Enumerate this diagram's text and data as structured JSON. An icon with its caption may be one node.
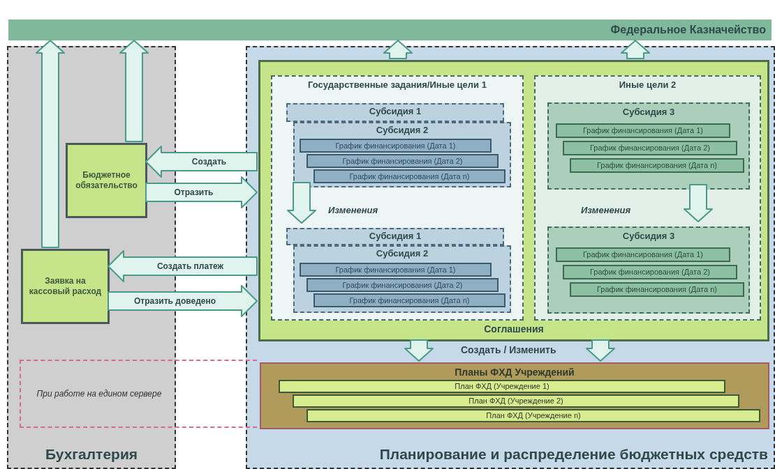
{
  "diagram": {
    "nodes": [
      {
        "text": [
          "Федеральное Казначейство"
        ]
      },
      {
        "text": [
          "Бухгалтерия"
        ]
      },
      {
        "text": [
          "Бюджетное обязательство"
        ],
        "in": 1
      },
      {
        "text": [
          "Заявка на кассовый расход"
        ],
        "in": 1
      },
      {
        "text": [
          "Планирование и распределение бюджетных средств"
        ]
      },
      {
        "text": [
          "Соглашения"
        ],
        "in": 4
      },
      {
        "text": [
          "Государственные задания/Иные цели 1"
        ],
        "in": 5
      },
      {
        "text": [
          "Субсидия 1"
        ],
        "in": 6
      },
      {
        "text": [
          "Субсидия 2"
        ],
        "in": 6
      },
      {
        "text": [
          "График финансирования (Дата 1)"
        ],
        "in": 8
      },
      {
        "text": [
          "График финансирования (Дата 2)"
        ],
        "in": 8
      },
      {
        "text": [
          "График финансирования (Дата n)"
        ],
        "in": 8
      },
      {
        "text": [
          "Субсидия 1"
        ],
        "in": 6
      },
      {
        "text": [
          "Субсидия 2"
        ],
        "in": 6
      },
      {
        "text": [
          "График финансирования (Дата 1)"
        ],
        "in": 13
      },
      {
        "text": [
          "График финансирования (Дата 2)"
        ],
        "in": 13
      },
      {
        "text": [
          "График финансирования (Дата n)"
        ],
        "in": 13
      },
      {
        "text": [
          "Иные цели 2"
        ],
        "in": 5
      },
      {
        "text": [
          "Субсидия 3"
        ],
        "in": 17
      },
      {
        "text": [
          "График финансирования (Дата 1)"
        ],
        "in": 18
      },
      {
        "text": [
          "График финансирования (Дата 2)"
        ],
        "in": 18
      },
      {
        "text": [
          "График финансирования (Дата n)"
        ],
        "in": 18
      },
      {
        "text": [
          "Субсидия 3"
        ],
        "in": 17
      },
      {
        "text": [
          "График финансирования (Дата 1)"
        ],
        "in": 22
      },
      {
        "text": [
          "График финансирования (Дата 2)"
        ],
        "in": 22
      },
      {
        "text": [
          "График финансирования (Дата n)"
        ],
        "in": 22
      },
      {
        "text": [
          "Планы ФХД Учреждений"
        ],
        "in": 4
      },
      {
        "text": [
          "План ФХД (Учреждение 1)"
        ],
        "in": 26
      },
      {
        "text": [
          "План ФХД (Учреждение 2)"
        ],
        "in": 26
      },
      {
        "text": [
          "План ФХД (Учреждение n)"
        ],
        "in": 26
      },
      {
        "text": [
          "При работе на едином сервере"
        ]
      }
    ],
    "edges": [
      {
        "from": 3,
        "to": 0,
        "arrow": "to"
      },
      {
        "from": 2,
        "to": 0,
        "arrow": "to"
      },
      {
        "from": 5,
        "to": 2,
        "arrow": "to",
        "label": "Создать"
      },
      {
        "from": 2,
        "to": 5,
        "arrow": "to",
        "label": "Отразить"
      },
      {
        "from": 5,
        "to": 3,
        "arrow": "to",
        "label": "Создать платеж"
      },
      {
        "from": 3,
        "to": 5,
        "arrow": "to",
        "label": "Отразить доведено"
      },
      {
        "from": 5,
        "to": 0,
        "arrow": "to"
      },
      {
        "from": 5,
        "to": 0,
        "arrow": "to"
      },
      {
        "from": 8,
        "to": 12,
        "arrow": "to"
      },
      {
        "from": 18,
        "to": 22,
        "arrow": "to"
      },
      {
        "from": 5,
        "to": 26,
        "arrow": "to"
      },
      {
        "from": 5,
        "to": 26,
        "arrow": "to"
      }
    ],
    "labels": [
      "Изменения",
      "Изменения",
      "Создать / Изменить"
    ]
  }
}
